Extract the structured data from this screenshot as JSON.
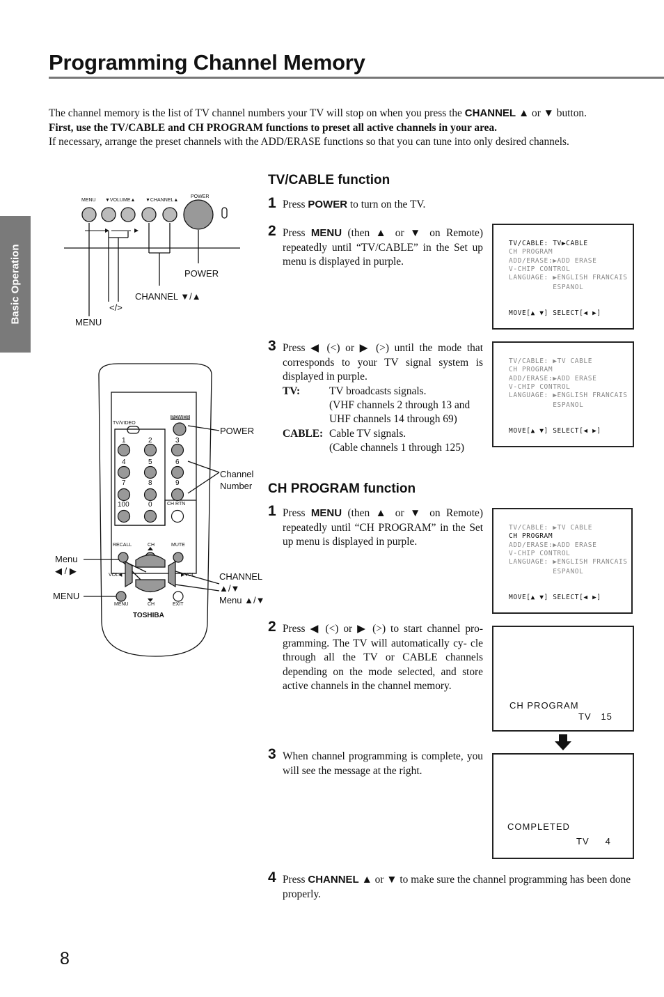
{
  "title": "Programming Channel Memory",
  "side_tab": "Basic Operation",
  "page_number": "8",
  "intro": {
    "p1_pre": "The channel memory is the list of TV channel numbers your TV will stop on when you press the",
    "p1_key": "CHANNEL",
    "p1_mid": "▲ or ▼",
    "p1_post": "button.",
    "p2": "First, use the TV/CABLE and CH PROGRAM functions to preset all active channels in your area.",
    "p3": "If necessary, arrange the preset channels with the ADD/ERASE functions so that you can tune into only desired channels."
  },
  "tvcable": {
    "heading": "TV/CABLE function",
    "step1": {
      "num": "1",
      "pre": "Press",
      "key": "POWER",
      "post": "to turn on the TV."
    },
    "step2": {
      "num": "2",
      "pre": "Press",
      "key": "MENU",
      "post": "(then ▲ or ▼ on Remote) repeatedly until “TV/CABLE” in the Set up menu is displayed in purple."
    },
    "step3": {
      "num": "3",
      "text": "Press ◀ (<) or ▶ (>) until the mode that corresponds to your TV signal system is displayed in purple.",
      "tv_label": "TV:",
      "tv_desc": "TV broadcasts signals.",
      "tv_detail": "(VHF channels 2 through 13 and UHF channels 14 through 69)",
      "cable_label": "CABLE:",
      "cable_desc": "Cable TV signals.",
      "cable_detail": "(Cable channels 1 through 125)"
    }
  },
  "chprogram": {
    "heading": "CH PROGRAM function",
    "step1": {
      "num": "1",
      "pre": "Press",
      "key": "MENU",
      "post": "(then ▲ or ▼ on Remote) repeatedly until “CH PROGRAM” in the Set up menu is displayed in purple."
    },
    "step2": {
      "num": "2",
      "text": "Press ◀ (<) or ▶ (>) to start channel pro- gramming. The TV will automatically cy- cle through all the TV or CABLE channels depending on the mode selected, and store active channels in the channel memory."
    },
    "step3": {
      "num": "3",
      "text": "When channel programming is complete, you will see the message at the right."
    },
    "step4": {
      "num": "4",
      "pre": "Press",
      "key": "CHANNEL",
      "post": "▲ or ▼ to make sure the channel programming has been done properly."
    }
  },
  "screens": {
    "screen1": {
      "lines": [
        "TV/CABLE:   TV▶CABLE",
        "CH PROGRAM",
        "ADD/ERASE:▶ADD ERASE",
        "V-CHIP CONTROL",
        "LANGUAGE: ▶ENGLISH FRANCAIS",
        "          ESPANOL"
      ],
      "footer": "MOVE[▲ ▼]  SELECT[◀ ▶]"
    },
    "screen2": {
      "lines": [
        "TV/CABLE: ▶TV CABLE",
        "CH PROGRAM",
        "ADD/ERASE:▶ADD ERASE",
        "V-CHIP CONTROL",
        "LANGUAGE: ▶ENGLISH FRANCAIS",
        "          ESPANOL"
      ],
      "footer": "MOVE[▲ ▼]  SELECT[◀ ▶]"
    },
    "screen3": {
      "lines": [
        "TV/CABLE: ▶TV CABLE",
        "CH PROGRAM",
        "ADD/ERASE:▶ADD ERASE",
        "V-CHIP CONTROL",
        "LANGUAGE: ▶ENGLISH FRANCAIS",
        "          ESPANOL"
      ],
      "footer": "MOVE[▲ ▼]  SELECT[◀ ▶]"
    },
    "screen4": {
      "line1": "CH  PROGRAM",
      "line2": "TV   15"
    },
    "screen5": {
      "line1": "COMPLETED",
      "line2": "TV     4"
    }
  },
  "panel_diagram": {
    "button_labels": [
      "MENU",
      "▼VOLUME▲",
      "▼CHANNEL▲",
      "POWER"
    ],
    "callouts": {
      "power": "POWER",
      "channel": "CHANNEL ▼/▲",
      "lr": "</>",
      "menu": "MENU"
    }
  },
  "remote_diagram": {
    "top_labels": {
      "tvvideo": "TV/VIDEO",
      "power": "POWER"
    },
    "keys": [
      "1",
      "2",
      "3",
      "4",
      "5",
      "6",
      "7",
      "8",
      "9",
      "100",
      "0",
      "CH RTN"
    ],
    "lower_labels": {
      "recall": "RECALL",
      "ch_top": "CH",
      "mute": "MUTE",
      "vol_left": "VOL◀",
      "vol_right": "▶VOL",
      "menu": "MENU",
      "ch_bottom": "CH",
      "exit": "EXIT"
    },
    "brand": "TOSHIBA",
    "callouts": {
      "power": "POWER",
      "channel_number_1": "Channel",
      "channel_number_2": "Number",
      "menu_lr_1": "Menu",
      "menu_lr_2": "◀ / ▶",
      "menu": "MENU",
      "channel_1": "CHANNEL",
      "channel_2": "▲/▼",
      "channel_3": "Menu ▲/▼"
    }
  }
}
